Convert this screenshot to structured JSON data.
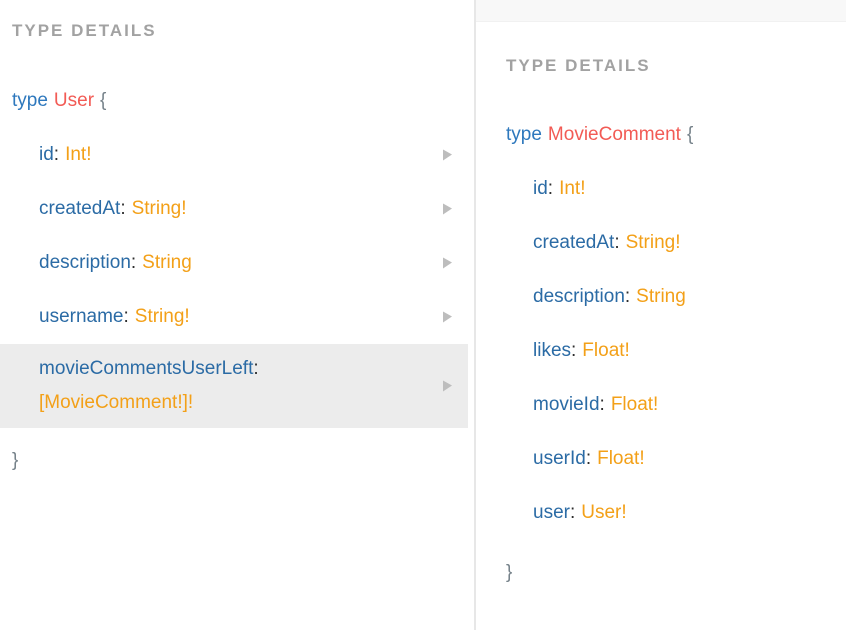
{
  "punct": {
    "colon": ":"
  },
  "panels": [
    {
      "title": "TYPE DETAILS",
      "type_keyword": "type",
      "type_name": "User",
      "open_brace": "{",
      "close_brace": "}",
      "fields": [
        {
          "name": "id",
          "type": "Int!",
          "highlighted": false
        },
        {
          "name": "createdAt",
          "type": "String!",
          "highlighted": false
        },
        {
          "name": "description",
          "type": "String",
          "highlighted": false
        },
        {
          "name": "username",
          "type": "String!",
          "highlighted": false
        },
        {
          "name": "movieCommentsUserLeft",
          "type": "[MovieComment!]!",
          "highlighted": true
        }
      ]
    },
    {
      "title": "TYPE DETAILS",
      "type_keyword": "type",
      "type_name": "MovieComment",
      "open_brace": "{",
      "close_brace": "}",
      "fields": [
        {
          "name": "id",
          "type": "Int!"
        },
        {
          "name": "createdAt",
          "type": "String!"
        },
        {
          "name": "description",
          "type": "String"
        },
        {
          "name": "likes",
          "type": "Float!"
        },
        {
          "name": "movieId",
          "type": "Float!"
        },
        {
          "name": "userId",
          "type": "Float!"
        },
        {
          "name": "user",
          "type": "User!"
        }
      ]
    }
  ],
  "colors": {
    "title_gray": "#a2a2a2",
    "keyword_blue": "#2e78bd",
    "field_name_blue": "#2b6ba5",
    "type_name_red": "#f25b55",
    "type_orange": "#f3a018",
    "brace_gray": "#76828a",
    "colon_dark": "#2d2d2d",
    "arrow_gray": "#bdbdbd",
    "highlight_bg": "#ececec",
    "divider_gray": "#e7e7e7",
    "strip_bg": "#f8f8f8"
  }
}
